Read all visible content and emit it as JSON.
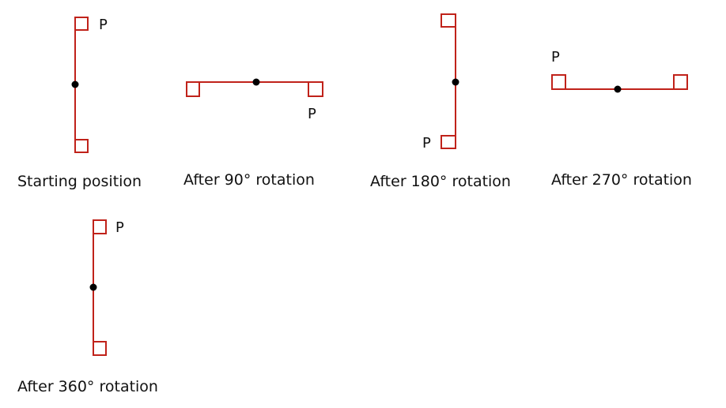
{
  "point_label": "P",
  "colors": {
    "bar": "#c0221a",
    "pivot": "#000000",
    "text": "#111111"
  },
  "stages": [
    {
      "caption": "Starting position",
      "rotation_deg": 0
    },
    {
      "caption": "After 90° rotation",
      "rotation_deg": 90
    },
    {
      "caption": "After 180° rotation",
      "rotation_deg": 180
    },
    {
      "caption": "After 270° rotation",
      "rotation_deg": 270
    },
    {
      "caption": "After 360° rotation",
      "rotation_deg": 360
    }
  ]
}
